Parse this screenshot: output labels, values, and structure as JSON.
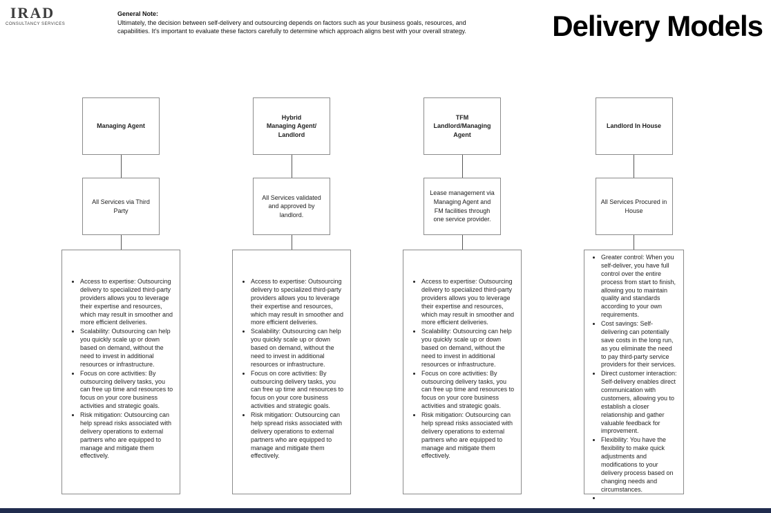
{
  "logo": {
    "title": "IRAD",
    "subtitle": "CONSULTANCY SERVICES"
  },
  "general_note": {
    "heading": "General Note:",
    "body": "Ultimately, the decision between self-delivery and outsourcing depends on factors such as your business goals, resources, and capabilities. It's important to evaluate these factors carefully to determine which approach aligns best with your overall strategy."
  },
  "page_title": "Delivery Models",
  "colors": {
    "footer_bar": "#202c4e",
    "box_border": "#8a8a8a"
  },
  "columns": [
    {
      "title": "Managing Agent",
      "subtitle": "All Services via Third Party",
      "bullets": [
        "Access to expertise: Outsourcing delivery to specialized third-party providers allows you to leverage their expertise and resources, which may result in smoother and more efficient deliveries.",
        "Scalability: Outsourcing can help you quickly scale up or down based on demand, without the need to invest in additional resources or infrastructure.",
        "Focus on core activities: By outsourcing delivery tasks, you can free up time and resources to focus on your core business activities and strategic goals.",
        "Risk mitigation: Outsourcing can help spread risks associated with delivery operations to external partners who are equipped to manage and mitigate them effectively."
      ]
    },
    {
      "title": "Hybrid\nManaging Agent/\nLandlord",
      "subtitle": "All Services validated and approved by landlord.",
      "bullets": [
        "Access to expertise: Outsourcing delivery to specialized third-party providers allows you to leverage their expertise and resources, which may result in smoother and more efficient deliveries.",
        "Scalability: Outsourcing can help you quickly scale up or down based on demand, without the need to invest in additional resources or infrastructure.",
        "Focus on core activities: By outsourcing delivery tasks, you can free up time and resources to focus on your core business activities and strategic goals.",
        "Risk mitigation: Outsourcing can help spread risks associated with delivery operations to external partners who are equipped to manage and mitigate them effectively."
      ]
    },
    {
      "title": "TFM\nLandlord/Managing\nAgent",
      "subtitle": "Lease management via Managing Agent and FM facilities through one service provider.",
      "bullets": [
        "Access to expertise: Outsourcing delivery to specialized third-party providers allows you to leverage their expertise and resources, which may result in smoother and more efficient deliveries.",
        "Scalability: Outsourcing can help you quickly scale up or down based on demand, without the need to invest in additional resources or infrastructure.",
        "Focus on core activities: By outsourcing delivery tasks, you can free up time and resources to focus on your core business activities and strategic goals.",
        "Risk mitigation: Outsourcing can help spread risks associated with delivery operations to external partners who are equipped to manage and mitigate them effectively."
      ]
    },
    {
      "title": "Landlord In House",
      "subtitle": "All Services Procured in House",
      "bullets": [
        "Greater control: When you self-deliver, you have full control over the entire process from start to finish, allowing you to maintain quality and standards according to your own requirements.",
        "Cost savings: Self-delivering can potentially save costs in the long run, as you eliminate the need to pay third-party service providers for their services.",
        "Direct customer interaction: Self-delivery enables direct communication with customers, allowing you to establish a closer relationship and gather valuable feedback for improvement.",
        "Flexibility: You have the flexibility to make quick adjustments and modifications to your delivery process based on changing needs and circumstances.",
        ""
      ]
    }
  ]
}
